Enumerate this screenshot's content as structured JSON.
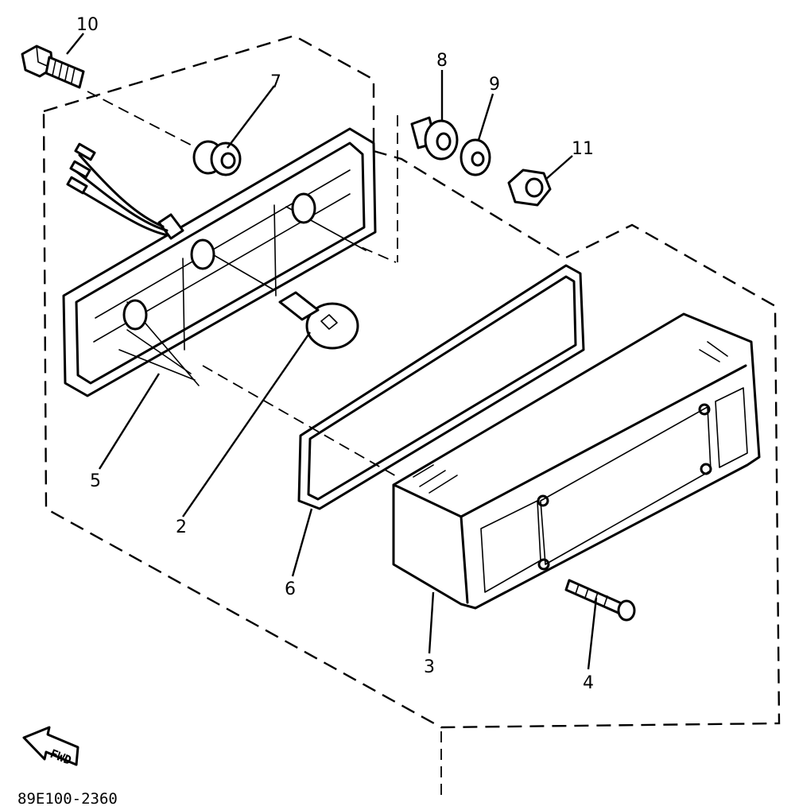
{
  "diagram_code": "89E100-2360",
  "direction_label": "FWD",
  "callouts": [
    "10",
    "7",
    "8",
    "9",
    "11",
    "5",
    "2",
    "6",
    "3",
    "4"
  ]
}
